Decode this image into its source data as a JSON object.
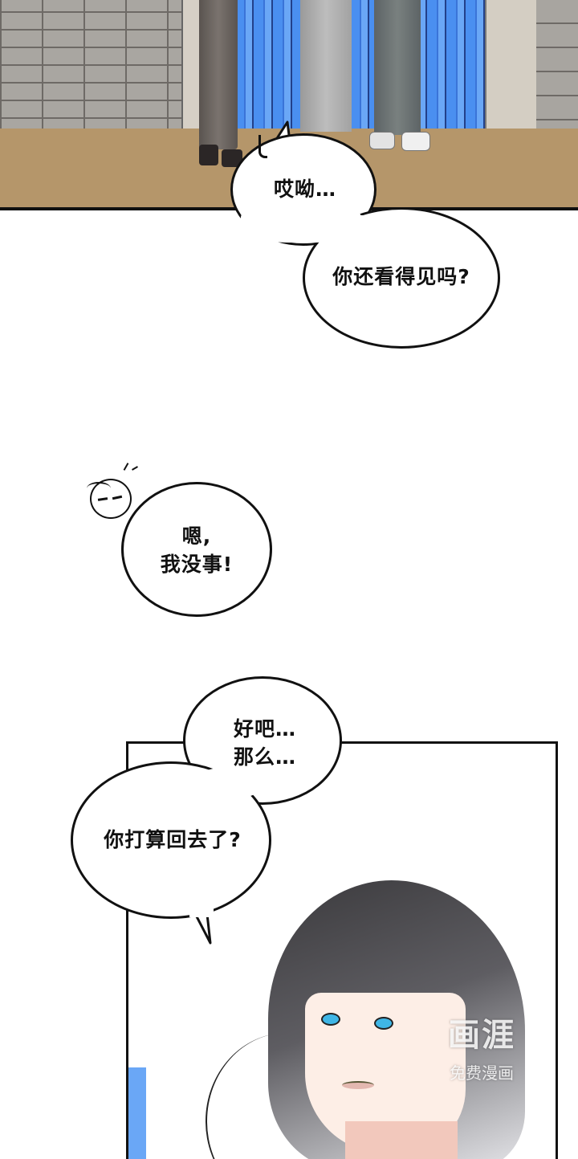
{
  "page": {
    "type": "webtoon-comic-strip",
    "background_color": "#ffffff"
  },
  "panels": [
    {
      "id": "panel-1",
      "scene": "three people standing in front of a blue metal gate beside a brick wall on dirt ground (only legs and shoes visible)",
      "colors": {
        "gate": "#4a8ff0",
        "brick": "#a9a6a1",
        "ground": "#b5966a",
        "border": "#111111"
      }
    },
    {
      "id": "panel-2",
      "scene": "close-up of a dark-haired man with blue eyes looking to the side",
      "colors": {
        "hair": "#3b3a3d",
        "eyes": "#3fb6e6",
        "skin": "#fdeee6",
        "accent_blue": "#6aa7f6"
      }
    }
  ],
  "dialogue": {
    "bubble_1": {
      "text": "哎呦…"
    },
    "bubble_2": {
      "text": "你还看得见吗?"
    },
    "bubble_3": {
      "text": "嗯,\n我没事!"
    },
    "bubble_4": {
      "text": "好吧…\n那么…"
    },
    "bubble_5": {
      "text": "你打算回去了?"
    }
  },
  "watermark": {
    "logo": "画涯",
    "subtitle": "免费漫画"
  }
}
